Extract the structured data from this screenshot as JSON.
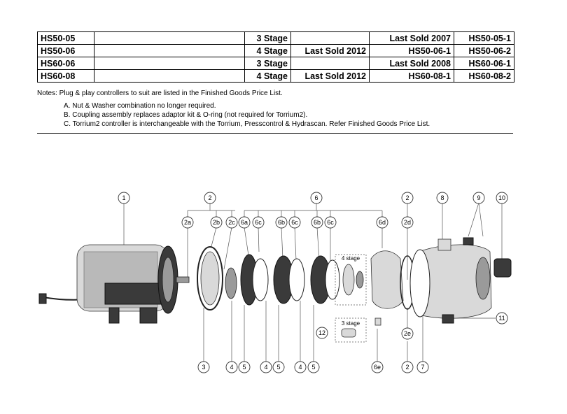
{
  "table": {
    "rows": [
      [
        "HS50-05",
        "",
        "3 Stage",
        "",
        "Last Sold 2007",
        "HS50-05-1"
      ],
      [
        "HS50-06",
        "",
        "4 Stage",
        "Last Sold 2012",
        "HS50-06-1",
        "HS50-06-2"
      ],
      [
        "HS60-06",
        "",
        "3 Stage",
        "",
        "Last Sold 2008",
        "HS60-06-1"
      ],
      [
        "HS60-08",
        "",
        "4 Stage",
        "Last Sold 2012",
        "HS60-08-1",
        "HS60-08-2"
      ]
    ]
  },
  "notes": {
    "intro": "Notes: Plug & play controllers to suit are listed in the Finished Goods Price List.",
    "items": [
      "A. Nut & Washer combination no longer required.",
      "B. Coupling assembly replaces adaptor kit & O-ring (not required for Torrium2).",
      "C. Torrium2 controller is interchangeable with the Torrium, Presscontrol & Hydrascan. Refer Finished Goods Price List."
    ]
  },
  "diagram": {
    "labels": {
      "four_stage": "4 stage",
      "three_stage": "3 stage"
    },
    "top_callouts": [
      "1",
      "2",
      "6",
      "2",
      "8",
      "9",
      "10"
    ],
    "sub_callouts": [
      "2a",
      "2b",
      "2c",
      "6a",
      "6c",
      "6b",
      "6c",
      "6b",
      "6c",
      "6d",
      "2d"
    ],
    "bottom_callouts": [
      "3",
      "4",
      "5",
      "4",
      "5",
      "4",
      "5",
      "6e",
      "2",
      "7"
    ],
    "side_callouts": [
      "12",
      "2e",
      "11"
    ]
  }
}
